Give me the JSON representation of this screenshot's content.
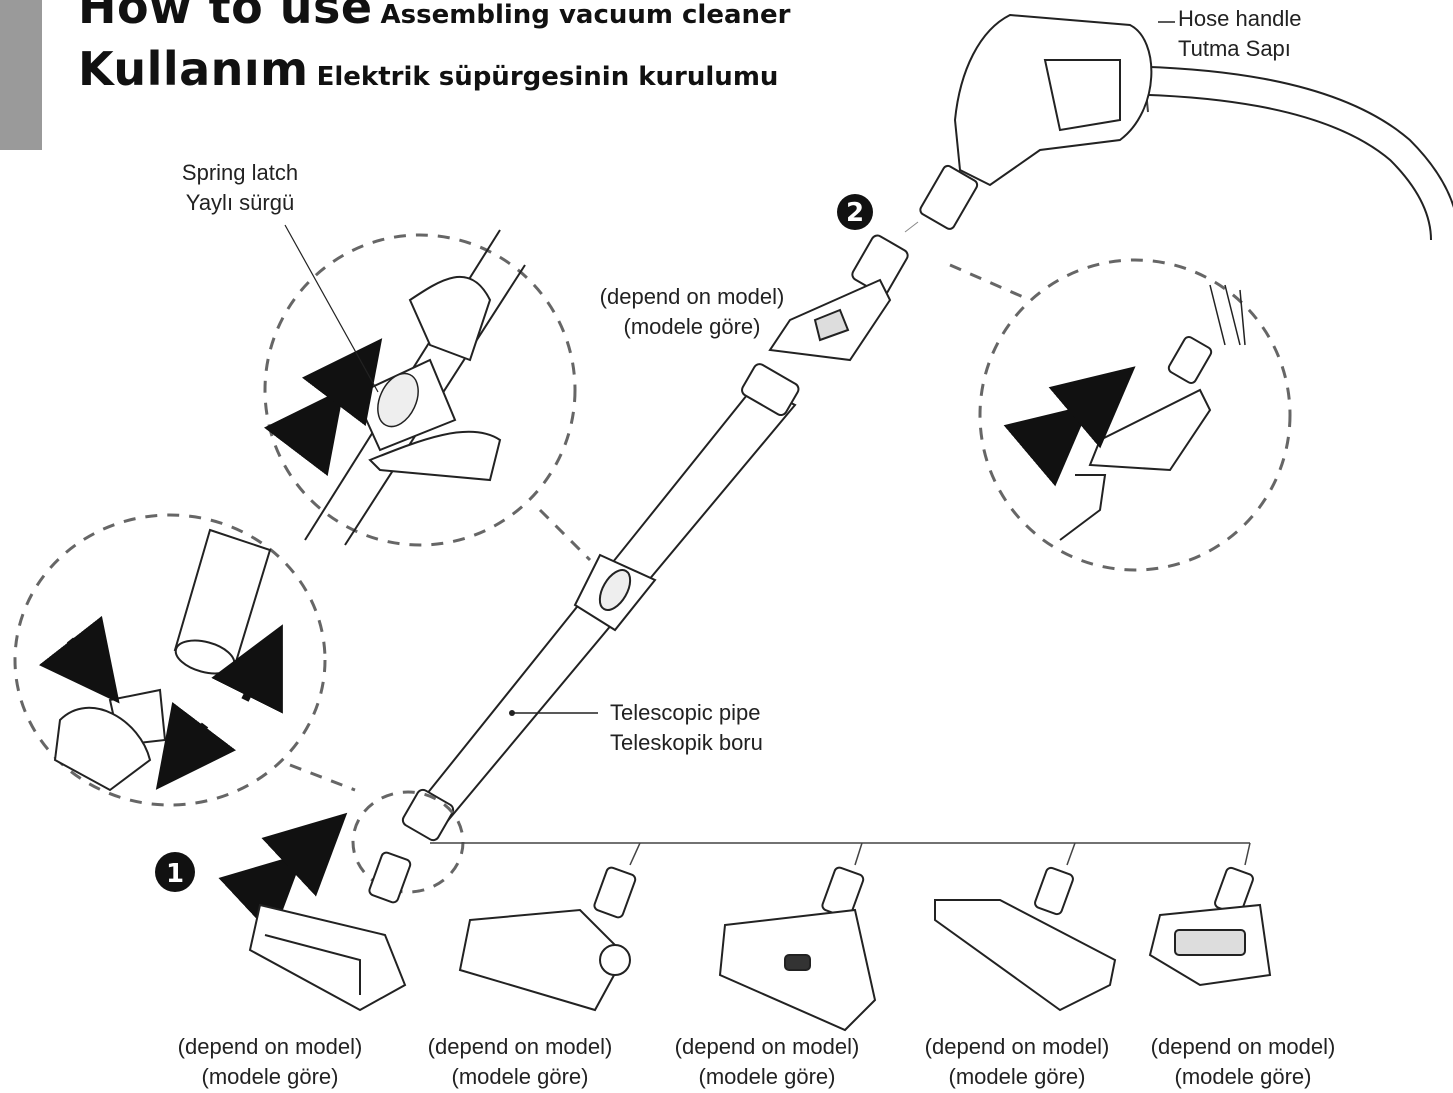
{
  "title": {
    "en_main": "How to use",
    "en_sub": "Assembling vacuum cleaner",
    "tr_main": "Kullanım",
    "tr_sub": "Elektrik süpürgesinin kurulumu"
  },
  "labels": {
    "hose_handle_en": "Hose handle",
    "hose_handle_tr": "Tutma Sapı",
    "spring_latch_en": "Spring latch",
    "spring_latch_tr": "Yaylı sürgü",
    "telescopic_pipe_en": "Telescopic pipe",
    "telescopic_pipe_tr": "Teleskopik boru",
    "attachment_en": "(depend on model)",
    "attachment_tr": "(modele göre)"
  },
  "steps": [
    "1",
    "2"
  ],
  "nozzles": [
    {
      "en": "(depend on model)",
      "tr": "(modele göre)"
    },
    {
      "en": "(depend on model)",
      "tr": "(modele göre)"
    },
    {
      "en": "(depend on model)",
      "tr": "(modele göre)"
    },
    {
      "en": "(depend on model)",
      "tr": "(modele göre)"
    },
    {
      "en": "(depend on model)",
      "tr": "(modele göre)"
    }
  ],
  "colors": {
    "ink": "#111111",
    "tab": "#9a9a9a",
    "line": "#555555"
  }
}
